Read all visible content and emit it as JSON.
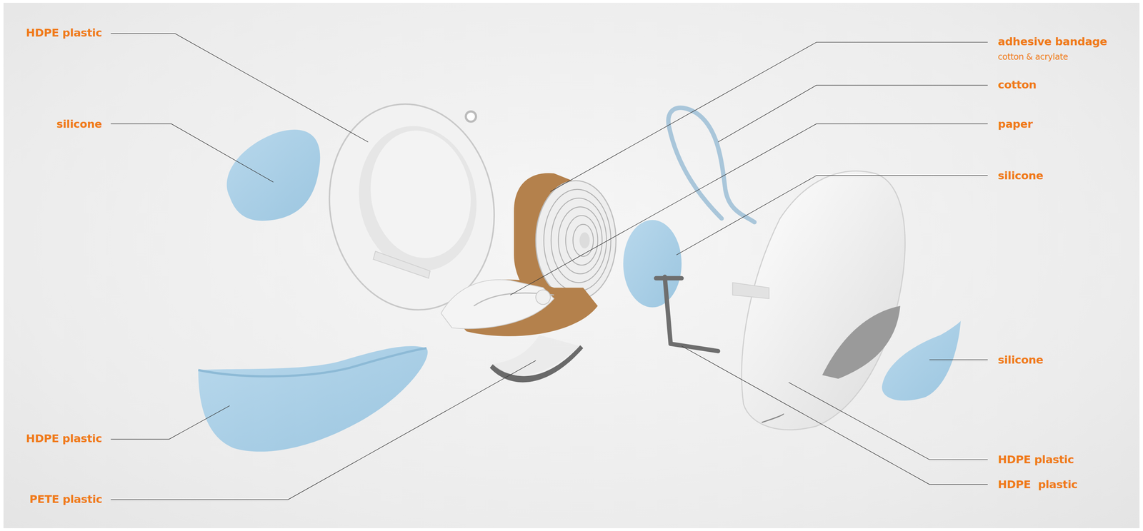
{
  "diagram": {
    "labels": [
      "HDPE plastic",
      "silicone",
      "HDPE plastic",
      "PETE plastic",
      "adhesive bandage",
      "cotton & acrylate",
      "cotton",
      "paper",
      "silicone",
      "silicone",
      "HDPE plastic",
      "HDPE  plastic"
    ]
  }
}
